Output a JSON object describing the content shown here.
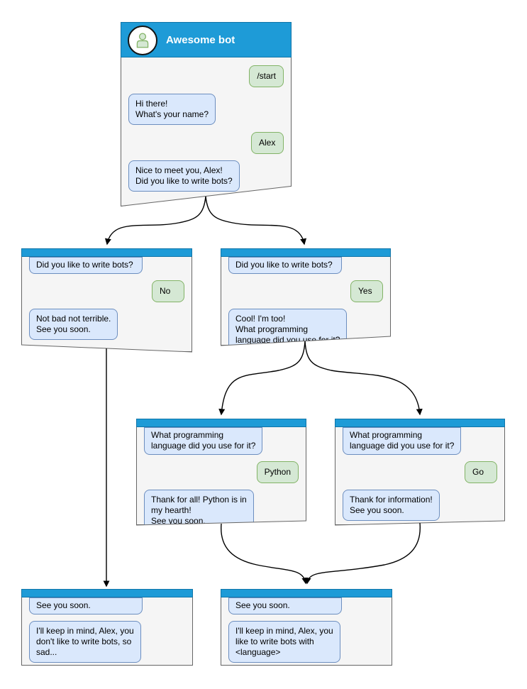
{
  "colors": {
    "header_blue": "#1E9BD7",
    "header_border": "#1075A8",
    "bot_bubble_fill": "#DAE8FC",
    "bot_bubble_border": "#6C8EBF",
    "user_bubble_fill": "#D5E8D4",
    "user_bubble_border": "#82B366",
    "node_fill": "#F5F5F5",
    "node_border": "#666666",
    "connector": "#000000"
  },
  "nodes": {
    "start": {
      "title": "Awesome bot",
      "avatar": "person-icon",
      "messages": [
        {
          "from": "user",
          "text": "/start"
        },
        {
          "from": "bot",
          "text": "Hi there!\nWhat's your name?"
        },
        {
          "from": "user",
          "text": "Alex"
        },
        {
          "from": "bot",
          "text": "Nice to meet you, Alex!\nDid you like to write bots?"
        }
      ]
    },
    "q_no": {
      "messages": [
        {
          "from": "bot-echo",
          "text": "Did you like to write bots?"
        },
        {
          "from": "user",
          "text": "No"
        },
        {
          "from": "bot",
          "text": "Not bad not terrible.\nSee you soon."
        }
      ]
    },
    "q_yes": {
      "messages": [
        {
          "from": "bot-echo",
          "text": "Did you like to write bots?"
        },
        {
          "from": "user",
          "text": "Yes"
        },
        {
          "from": "bot",
          "text": "Cool! I'm too!\nWhat programming\nlanguage did you use for it?"
        }
      ]
    },
    "lang_python": {
      "messages": [
        {
          "from": "bot-echo",
          "text": "What programming\nlanguage did you use for it?"
        },
        {
          "from": "user",
          "text": "Python"
        },
        {
          "from": "bot",
          "text": "Thank for all! Python is in\nmy hearth!\nSee you soon."
        }
      ]
    },
    "lang_go": {
      "messages": [
        {
          "from": "bot-echo",
          "text": "What programming\nlanguage did you use for it?"
        },
        {
          "from": "user",
          "text": "Go"
        },
        {
          "from": "bot",
          "text": "Thank for information!\nSee you soon."
        }
      ]
    },
    "end_no": {
      "messages": [
        {
          "from": "bot-echo",
          "text": "See you soon."
        },
        {
          "from": "bot",
          "text": "I'll keep in mind, Alex, you\ndon't like to write bots, so\nsad..."
        }
      ]
    },
    "end_lang": {
      "messages": [
        {
          "from": "bot-echo",
          "text": "See you soon."
        },
        {
          "from": "bot",
          "text": "I'll keep in mind, Alex, you\nlike to write bots with\n<language>"
        }
      ]
    }
  },
  "edges": [
    {
      "from": "start",
      "to": "q_no"
    },
    {
      "from": "start",
      "to": "q_yes"
    },
    {
      "from": "q_yes",
      "to": "lang_python"
    },
    {
      "from": "q_yes",
      "to": "lang_go"
    },
    {
      "from": "q_no",
      "to": "end_no"
    },
    {
      "from": "lang_python",
      "to": "end_lang"
    },
    {
      "from": "lang_go",
      "to": "end_lang"
    }
  ]
}
